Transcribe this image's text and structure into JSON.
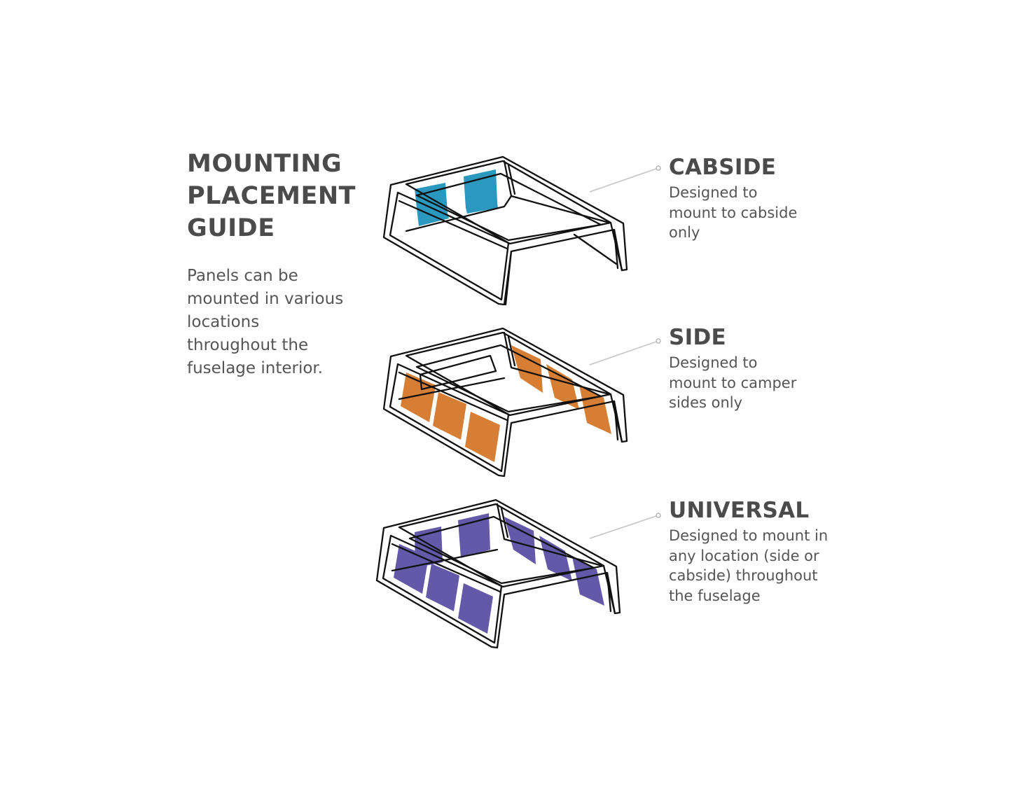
{
  "heading": {
    "lines": [
      "MOUNTING",
      "PLACEMENT",
      "GUIDE"
    ]
  },
  "intro": "Panels can be mounted in various locations throughout the fuselage interior.",
  "colors": {
    "text_heading": "#4b4b4b",
    "text_body": "#555555",
    "cabside_panel": "#2a98bf",
    "side_panel": "#d67f34",
    "universal_panel": "#6359a8",
    "frame_stroke": "#111111",
    "leader_line": "#c4c4c4"
  },
  "placements": [
    {
      "id": "cabside",
      "title": "CABSIDE",
      "description": "Designed to mount to cabside only",
      "panel_color_key": "cabside_panel",
      "panel_locations": [
        "cabside"
      ]
    },
    {
      "id": "side",
      "title": "SIDE",
      "description": "Designed to mount to camper sides only",
      "panel_color_key": "side_panel",
      "panel_locations": [
        "left-side",
        "right-side"
      ]
    },
    {
      "id": "universal",
      "title": "UNIVERSAL",
      "description": "Designed to mount in any location (side or cabside) throughout the fuselage",
      "panel_color_key": "universal_panel",
      "panel_locations": [
        "cabside",
        "left-side",
        "right-side"
      ]
    }
  ]
}
